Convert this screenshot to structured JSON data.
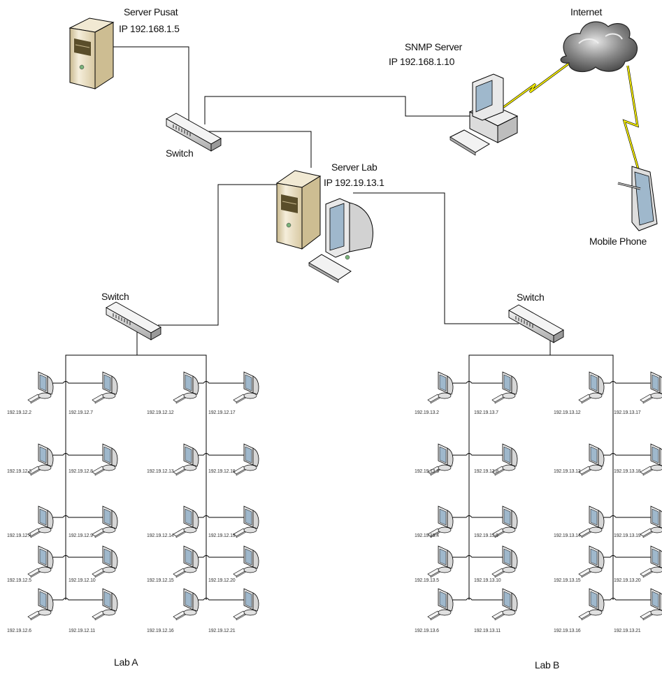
{
  "nodes": {
    "server_pusat": {
      "name": "Server Pusat",
      "ip": "IP 192.168.1.5"
    },
    "snmp_server": {
      "name": "SNMP Server",
      "ip": "IP 192.168.1.10"
    },
    "internet": {
      "name": "Internet"
    },
    "server_lab": {
      "name": "Server Lab",
      "ip": "IP 192.19.13.1"
    },
    "mobile_phone": {
      "name": "Mobile Phone"
    },
    "switch_top": {
      "name": "Switch"
    },
    "switch_a": {
      "name": "Switch"
    },
    "switch_b": {
      "name": "Switch"
    }
  },
  "labs": [
    {
      "name": "Lab A",
      "hosts": [
        [
          "192.19.12.2",
          "192.19.12.7",
          "192.19.12.12",
          "192.19.12.17"
        ],
        [
          "192.19.12.3",
          "192.19.12.8",
          "192.19.12.13",
          "192.19.12.18"
        ],
        [
          "192.19.12.4",
          "192.19.12.9",
          "192.19.12.14",
          "192.19.12.19"
        ],
        [
          "192.19.12.5",
          "192.19.12.10",
          "192.19.12.15",
          "192.19.12.20"
        ],
        [
          "192.19.12.6",
          "192.19.12.11",
          "192.19.12.16",
          "192.19.12.21"
        ]
      ]
    },
    {
      "name": "Lab B",
      "hosts": [
        [
          "192.19.13.2",
          "192.19.13.7",
          "192.19.13.12",
          "192.19.13.17"
        ],
        [
          "192.19.13.3",
          "192.19.13.8",
          "192.19.13.13",
          "192.19.13.18"
        ],
        [
          "192.19.13.4",
          "192.19.13.9",
          "192.19.13.14",
          "192.19.13.19"
        ],
        [
          "192.19.13.5",
          "192.19.13.10",
          "192.19.13.15",
          "192.19.13.20"
        ],
        [
          "192.19.13.6",
          "192.19.13.11",
          "192.19.13.16",
          "192.19.13.21"
        ]
      ]
    }
  ],
  "colors": {
    "server_body": "#efe6cf",
    "server_shade": "#c9b98e",
    "pc_body": "#e8e8e8",
    "screen": "#9fb8cc",
    "wireless": "#f2ea00",
    "cloud": "#6d6d6d"
  }
}
